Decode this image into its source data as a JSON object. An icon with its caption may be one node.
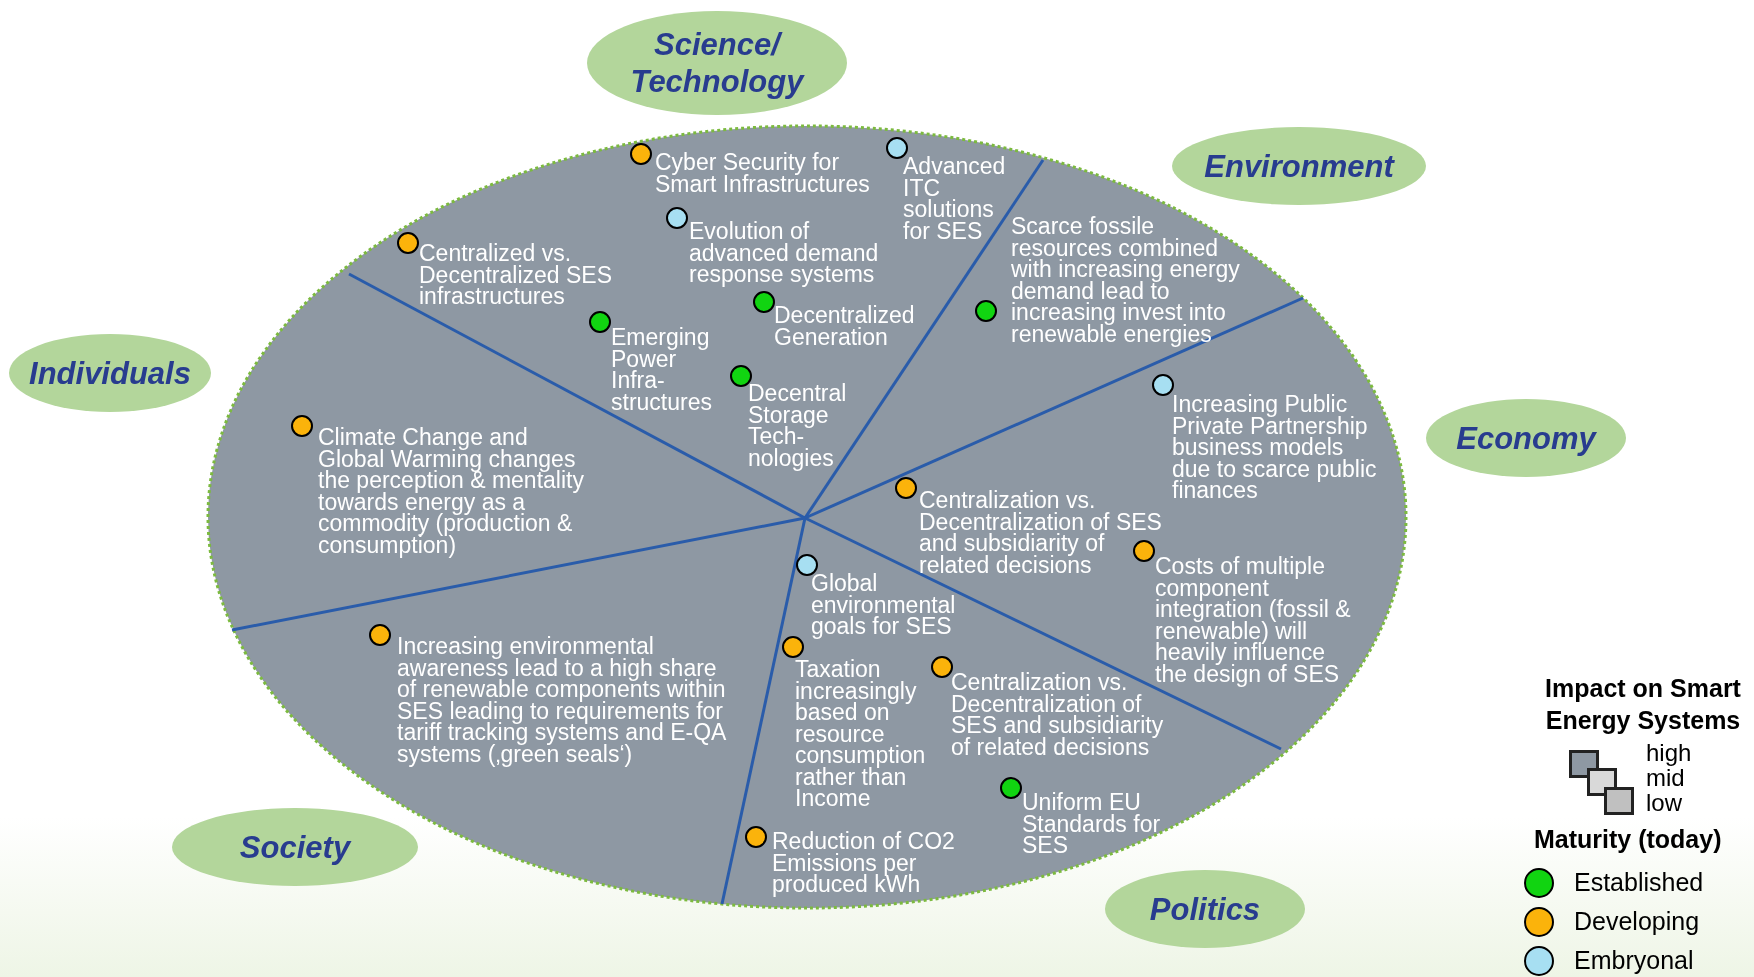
{
  "diagram": {
    "nodes": [
      {
        "text": [
          "Science/ Technology"
        ]
      },
      {
        "text": [
          "Environment"
        ]
      },
      {
        "text": [
          "Individuals"
        ]
      },
      {
        "text": [
          "Economy"
        ]
      },
      {
        "text": [
          "Society"
        ]
      },
      {
        "text": [
          "Politics"
        ]
      }
    ],
    "labels": [
      "Cyber Security for Smart Infrastructures",
      "Advanced ITC solutions for SES",
      "Evolution of advanced demand response systems",
      "Centralized vs. Decentralized SES infrastructures",
      "Decentralized Generation",
      "Emerging Power Infra- structures",
      "Scarce fossile resources combined with increasing energy demand lead to increasing invest into renewable energies",
      "Decentral Storage Tech- nologies",
      "Increasing Public Private Partnership business models due to scarce public finances",
      "Climate Change and Global Warming changes the perception & mentality towards energy as a commodity (production & consumption)",
      "Centralization vs. Decentralization of SES and subsidiarity of related decisions",
      "Costs of multiple component integration (fossil & renewable) will heavily influence the design of SES",
      "Global environmental goals for SES",
      "Increasing environmental awareness lead to a high share of renewable components within SES leading to requirements for tariff tracking systems and E-QA systems (‚green seals‘)",
      "Taxation increasingly based on resource consumption rather than Income",
      "Centralization vs. Decentralization of SES and subsidiarity of related decisions",
      "Uniform EU Standards for SES",
      "Reduction of CO2 Emissions per produced kWh",
      "Impact on Smart Energy Systems",
      "Maturity (today)"
    ],
    "legend": [
      {
        "text": "high",
        "color": "#8e98a3"
      },
      {
        "text": "mid",
        "color": "#d9d9d9"
      },
      {
        "text": "low",
        "color": "#c0c0c0"
      },
      {
        "text": "Established",
        "color": "#11d411"
      },
      {
        "text": "Developing",
        "color": "#fbb30b"
      },
      {
        "text": "Embryonal",
        "color": "#a7dff2"
      }
    ]
  }
}
